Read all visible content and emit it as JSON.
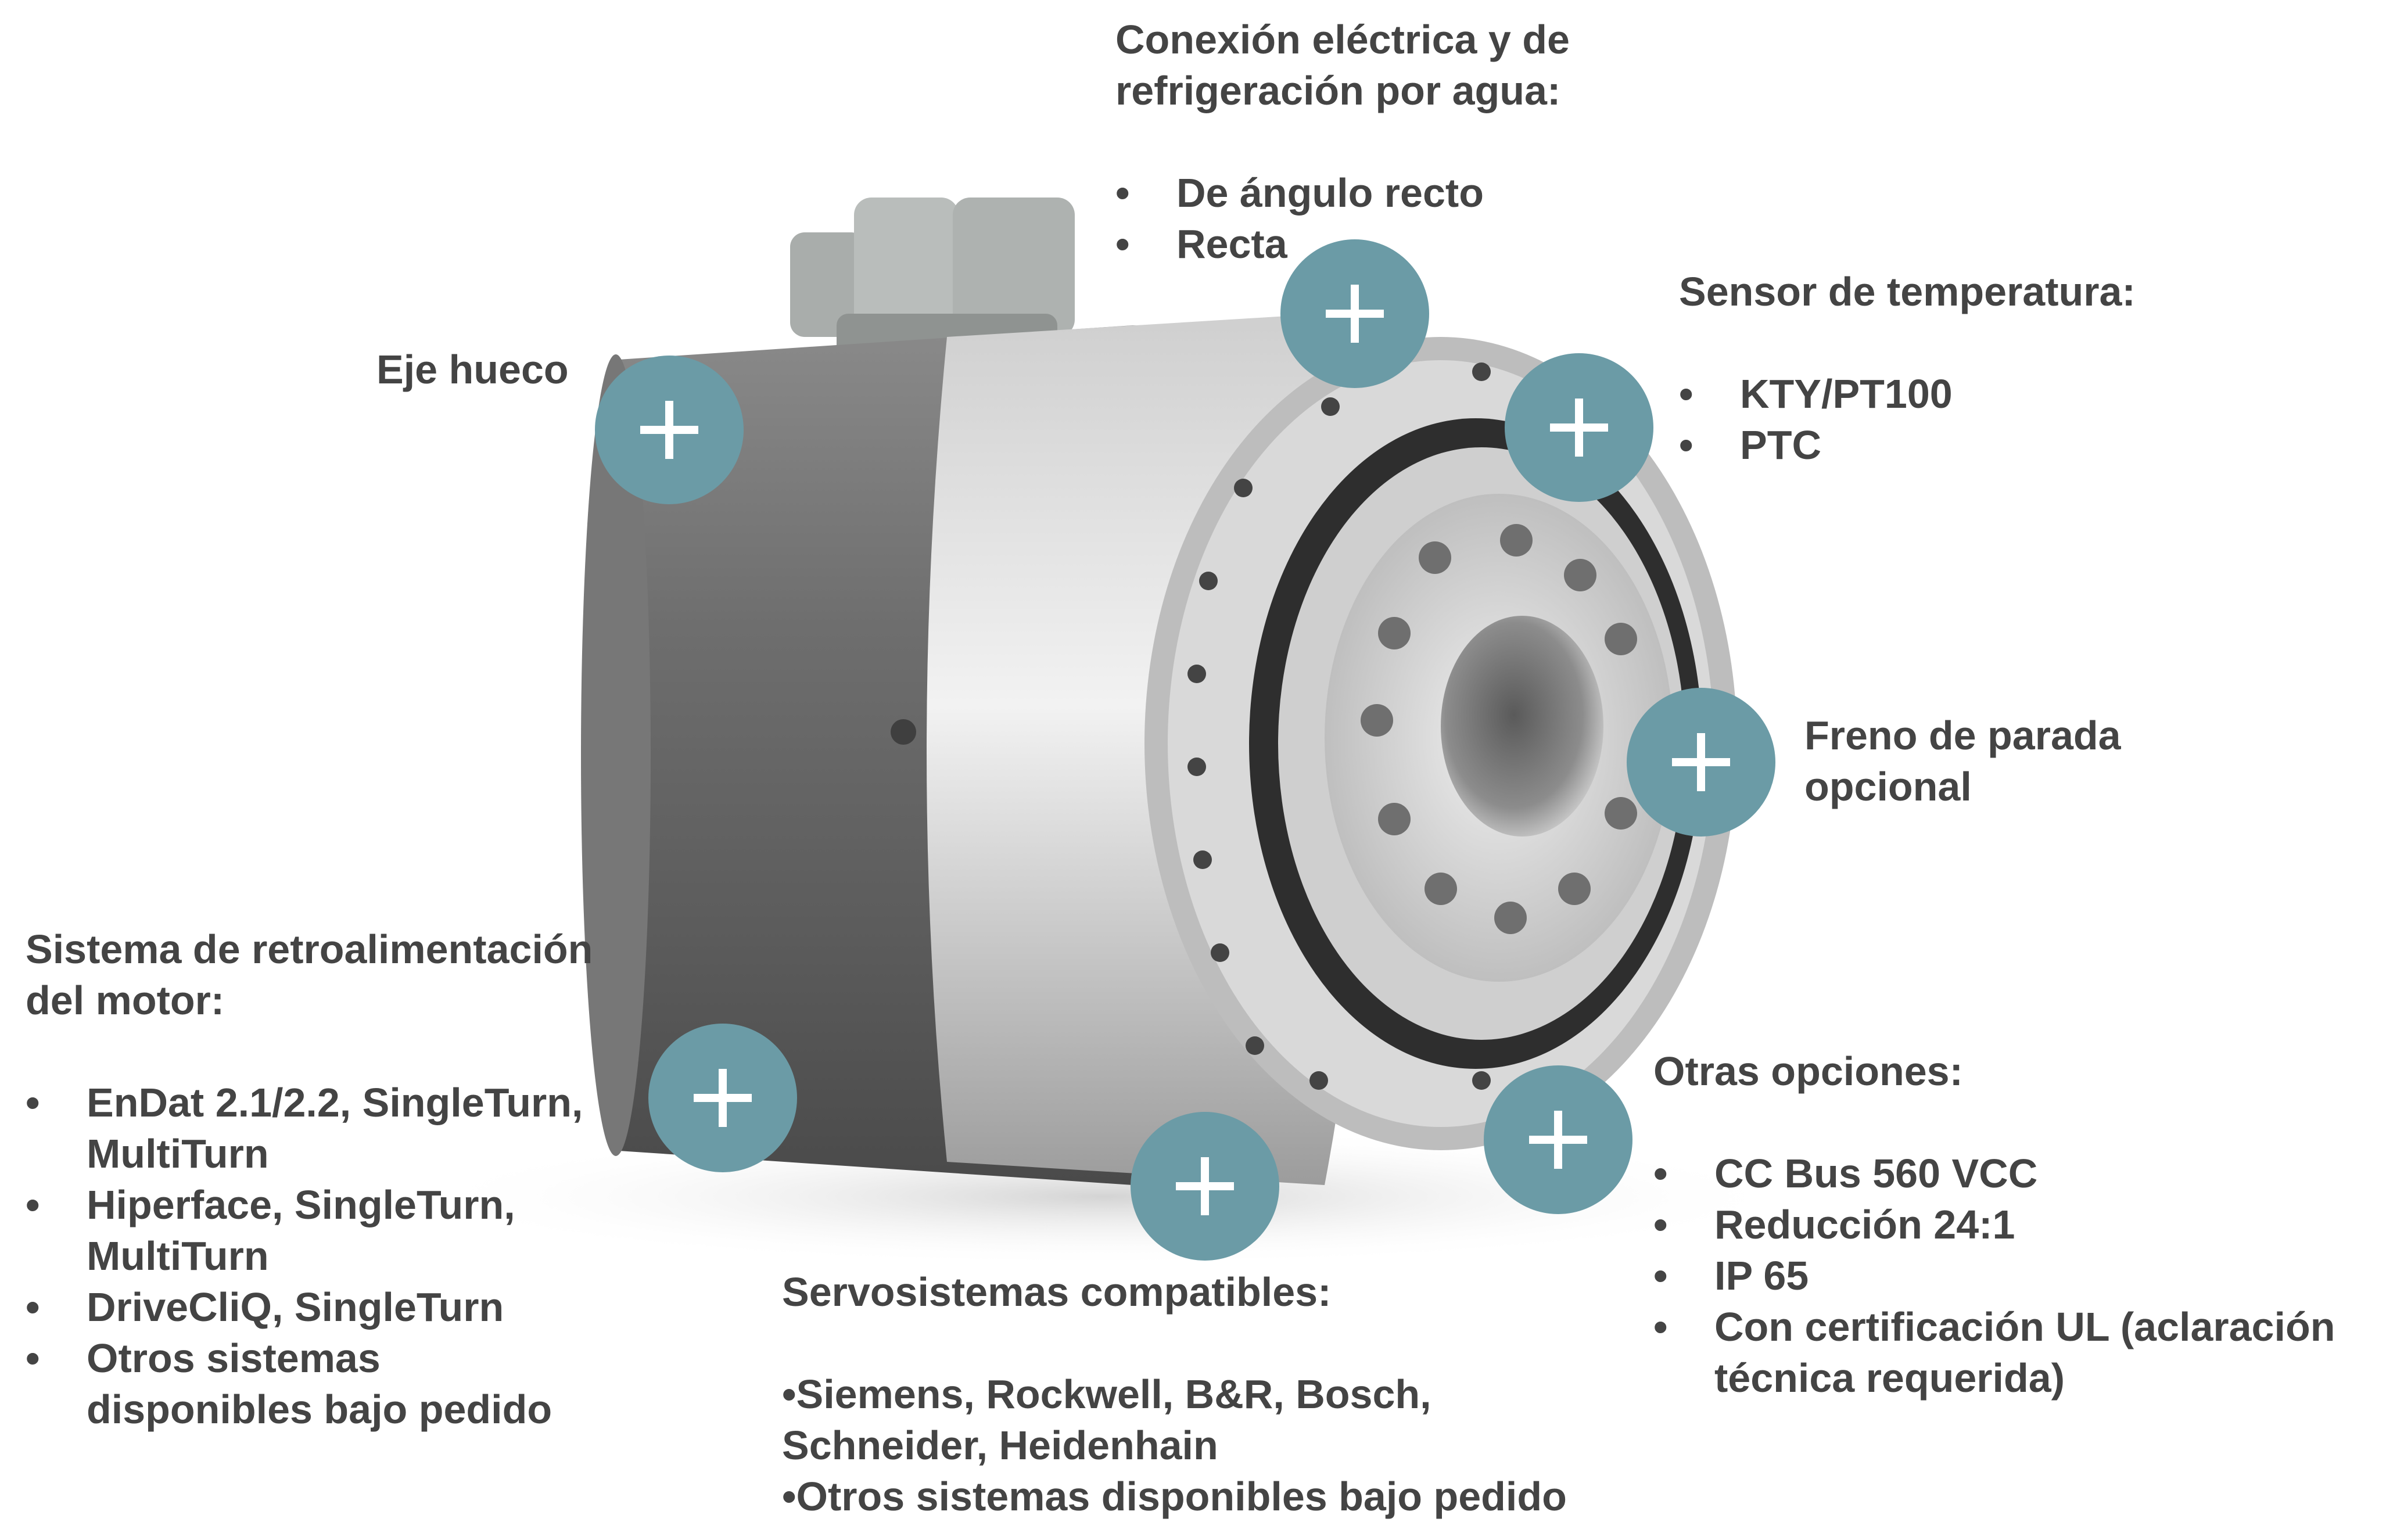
{
  "colors": {
    "accent": "#6b9ba6",
    "text": "#444444"
  },
  "hotspot_icon": "plus-icon",
  "callouts": {
    "conexion": {
      "title_lines": [
        "Conexión eléctrica y de",
        "refrigeración por agua:"
      ],
      "items": [
        "De ángulo recto",
        "Recta"
      ]
    },
    "sensor": {
      "title": "Sensor de temperatura:",
      "items": [
        "KTY/PT100",
        "PTC"
      ]
    },
    "eje": {
      "title": "Eje hueco"
    },
    "freno": {
      "title_lines": [
        "Freno de parada",
        "opcional"
      ]
    },
    "retro": {
      "title_lines": [
        "Sistema de retroalimentación",
        "del motor:"
      ],
      "items": [
        [
          "EnDat 2.1/2.2, SingleTurn,",
          "MultiTurn"
        ],
        [
          "Hiperface, SingleTurn,",
          "MultiTurn"
        ],
        [
          "DriveCliQ, SingleTurn"
        ],
        [
          "Otros sistemas",
          "disponibles bajo pedido"
        ]
      ]
    },
    "servo": {
      "title": "Servosistemas compatibles:",
      "lines": [
        "•Siemens, Rockwell, B&R, Bosch,",
        "Schneider, Heidenhain",
        "•Otros sistemas disponibles bajo pedido"
      ]
    },
    "otras": {
      "title": "Otras opciones:",
      "items": [
        [
          "CC Bus 560 VCC"
        ],
        [
          "Reducción 24:1"
        ],
        [
          "IP 65"
        ],
        [
          "Con certificación UL (aclaración",
          "técnica requerida)"
        ]
      ]
    }
  }
}
